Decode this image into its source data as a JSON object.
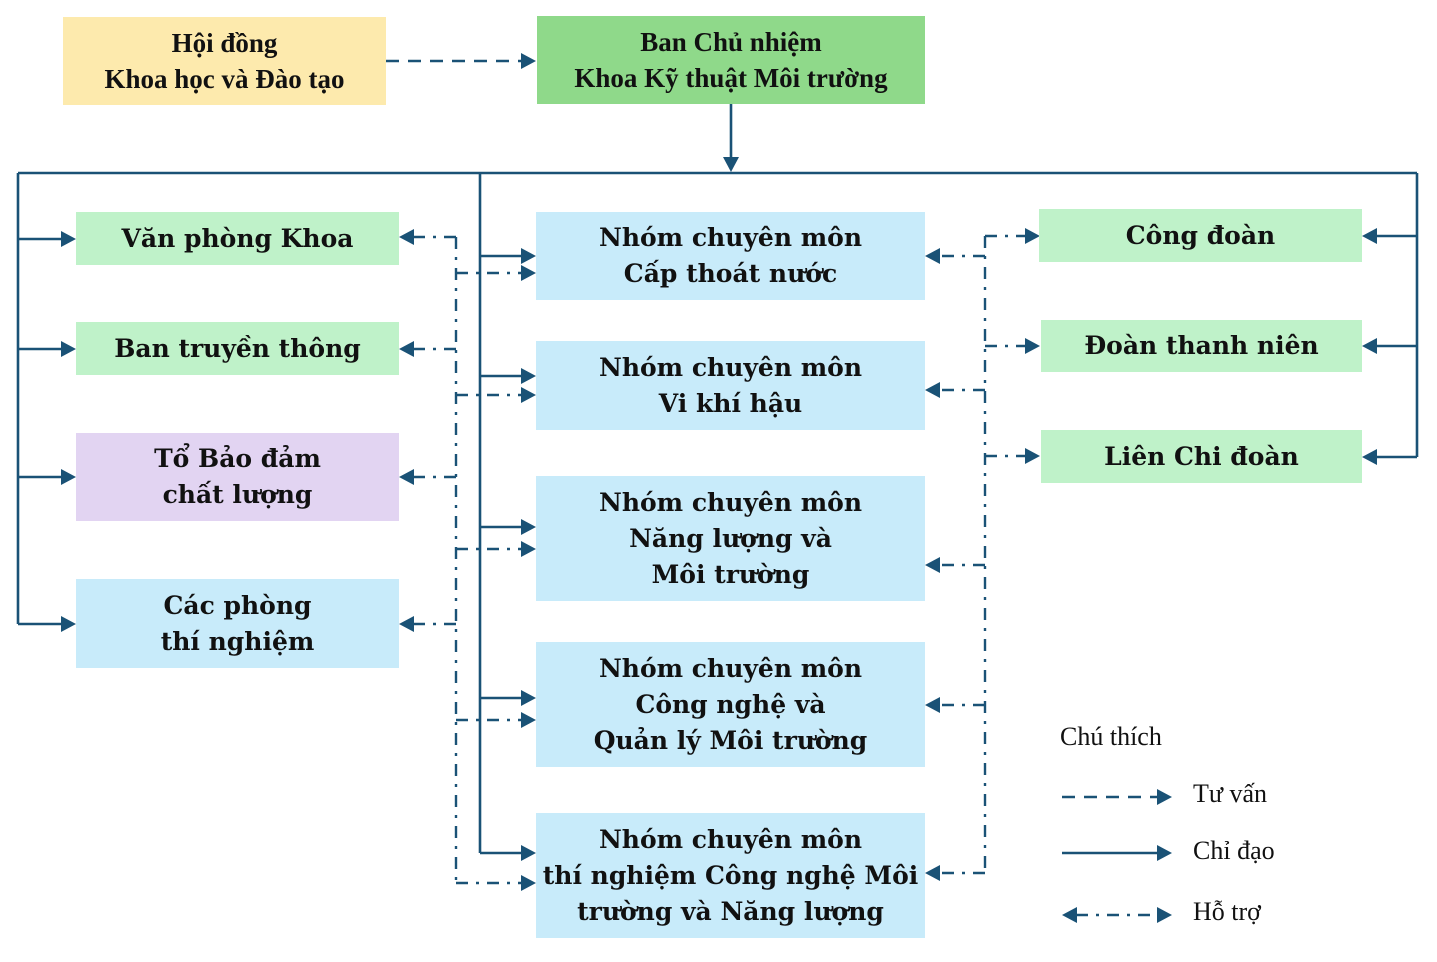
{
  "colors": {
    "line": "#1a5276",
    "line_dark": "#0f4d80",
    "yellow": "#fdeaad",
    "green_strong": "#8fd98a",
    "green_light": "#bff2c9",
    "blue_light": "#c8ebfa",
    "purple_light": "#e2d4f2"
  },
  "nodes": {
    "council": {
      "text": "Hội đồng\nKhoa học và Đào tạo"
    },
    "board": {
      "text": "Ban Chủ nhiệm\nKhoa Kỹ thuật Môi trường"
    },
    "left": [
      {
        "text": "Văn phòng Khoa"
      },
      {
        "text": "Ban truyền thông"
      },
      {
        "text": "Tổ Bảo đảm\nchất lượng"
      },
      {
        "text": "Các phòng\nthí nghiệm"
      }
    ],
    "center": [
      {
        "text": "Nhóm chuyên môn\nCấp thoát nước"
      },
      {
        "text": "Nhóm chuyên môn\nVi khí hậu"
      },
      {
        "text": "Nhóm chuyên môn\nNăng lượng và\nMôi trường"
      },
      {
        "text": "Nhóm chuyên môn\nCông nghệ và\nQuản lý Môi trường"
      },
      {
        "text": "Nhóm chuyên môn\nthí nghiệm Công nghệ Môi\ntrường và Năng lượng"
      }
    ],
    "right": [
      {
        "text": "Công đoàn"
      },
      {
        "text": "Đoàn thanh niên"
      },
      {
        "text": "Liên Chi đoàn"
      }
    ]
  },
  "legend": {
    "title": "Chú thích",
    "items": [
      {
        "label": "Tư vấn",
        "style": "dashed"
      },
      {
        "label": "Chỉ đạo",
        "style": "solid"
      },
      {
        "label": "Hỗ trợ",
        "style": "dash-dot-bidirectional"
      }
    ]
  }
}
